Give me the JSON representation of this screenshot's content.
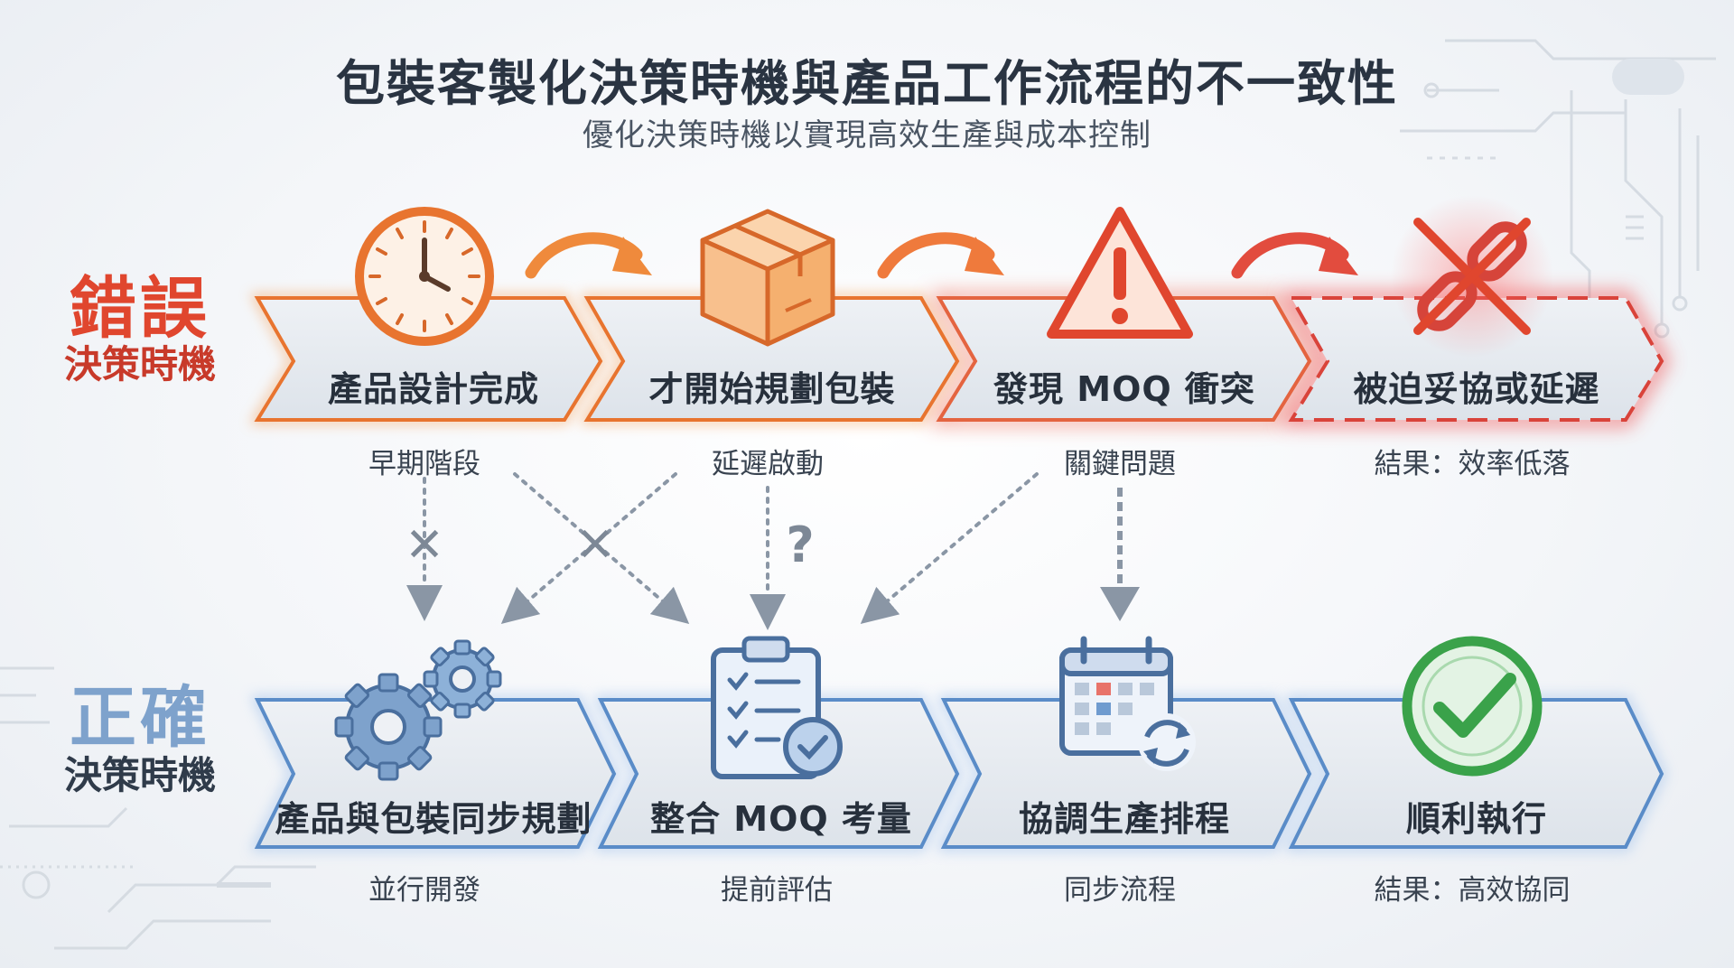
{
  "title": "包裝客製化決策時機與產品工作流程的不一致性",
  "subtitle": "優化決策時機以實現高效生產與成本控制",
  "wrong_row": {
    "label_big": "錯誤",
    "label_small": "決策時機",
    "steps": [
      {
        "label": "產品設計完成",
        "caption": "早期階段",
        "icon": "clock-icon"
      },
      {
        "label": "才開始規劃包裝",
        "caption": "延遲啟動",
        "icon": "box-icon"
      },
      {
        "label": "發現 MOQ 衝突",
        "caption": "關鍵問題",
        "icon": "warning-icon"
      },
      {
        "label": "被迫妥協或延遲",
        "caption": "結果：效率低落",
        "icon": "broken-link-icon"
      }
    ]
  },
  "right_row": {
    "label_big": "正確",
    "label_small": "決策時機",
    "steps": [
      {
        "label": "產品與包裝同步規劃",
        "caption": "並行開發",
        "icon": "gears-icon"
      },
      {
        "label": "整合 MOQ 考量",
        "caption": "提前評估",
        "icon": "clipboard-check-icon"
      },
      {
        "label": "協調生產排程",
        "caption": "同步流程",
        "icon": "calendar-sync-icon"
      },
      {
        "label": "順利執行",
        "caption": "結果：高效協同",
        "icon": "check-circle-icon"
      }
    ]
  },
  "connector_marks": [
    "✕",
    "✕",
    "?"
  ],
  "colors": {
    "wrong_accent": "#e8742f",
    "wrong_alert": "#e0462e",
    "right_accent": "#5a8cc8",
    "success": "#4caf50"
  }
}
